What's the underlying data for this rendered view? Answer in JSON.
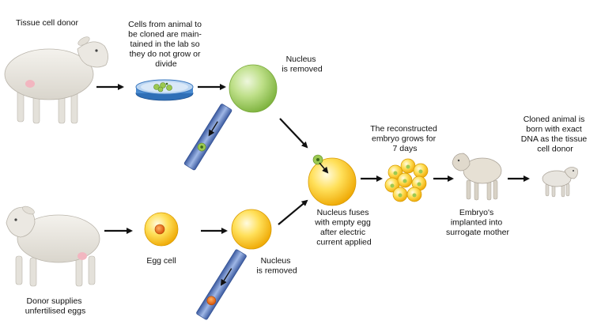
{
  "labels": {
    "tissue_donor": "Tissue cell donor",
    "cells_maintained": [
      "Cells from animal to",
      "be cloned are main-",
      "tained in the lab so",
      "they do not grow or",
      "divide"
    ],
    "nucleus_removed_top": [
      "Nucleus",
      "is removed"
    ],
    "reconstructed": [
      "The reconstructed",
      "embryo grows for",
      "7 days"
    ],
    "cloned_animal": [
      "Cloned animal is",
      "born with exact",
      "DNA as the tissue",
      "cell donor"
    ],
    "nucleus_fuses": [
      "Nucleus fuses",
      "with empty egg",
      "after electric",
      "current applied"
    ],
    "implanted": [
      "Embryo's",
      "implanted into",
      "surrogate mother"
    ],
    "egg_cell": "Egg cell",
    "nucleus_removed_bottom": [
      "Nucleus",
      "is removed"
    ],
    "donor_eggs": [
      "Donor supplies",
      "unfertilised eggs"
    ]
  },
  "colors": {
    "sheep_body": "#ece9e2",
    "sheep_face": "#e7e4de",
    "green_cell": "#9cc951",
    "yellow_cell": "#f7c416",
    "orange_nucleus": "#f07b1f",
    "dish_blue": "#4a8bd0",
    "pipette_blue": "#4d6fb2",
    "arrow": "#111111"
  }
}
